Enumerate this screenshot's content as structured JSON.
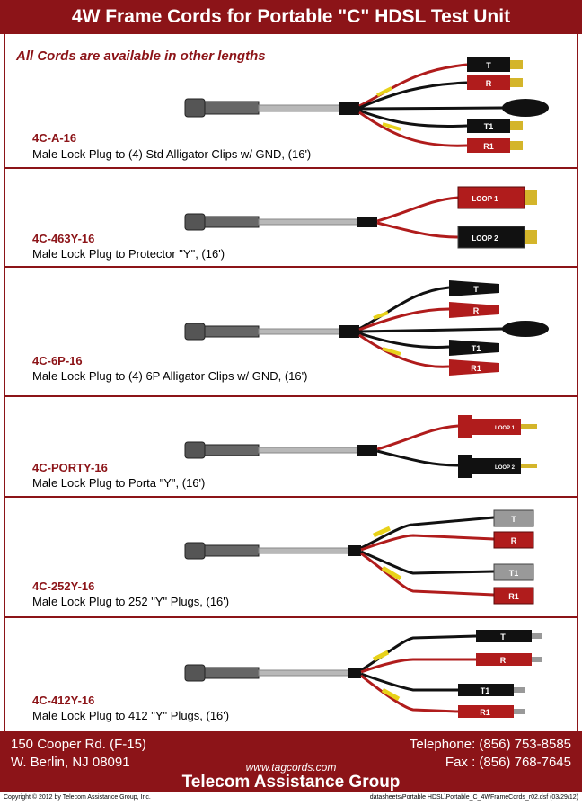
{
  "header": {
    "title": "4W Frame Cords for Portable \"C\" HDSL Test Unit"
  },
  "note": "All Cords are available in other lengths",
  "products": [
    {
      "code": "4C-A-16",
      "description": "Male Lock Plug to (4) Std Alligator Clips w/ GND, (16')",
      "labels": [
        "T",
        "R",
        "T1",
        "R1"
      ]
    },
    {
      "code": "4C-463Y-16",
      "description": "Male Lock Plug to Protector \"Y\", (16')",
      "labels": [
        "LOOP 1",
        "LOOP 2"
      ]
    },
    {
      "code": "4C-6P-16",
      "description": "Male Lock Plug to (4) 6P Alligator Clips w/ GND, (16')",
      "labels": [
        "T",
        "R",
        "T1",
        "R1"
      ]
    },
    {
      "code": "4C-PORTY-16",
      "description": "Male Lock Plug to Porta \"Y\", (16')",
      "labels": [
        "LOOP 1",
        "LOOP 2"
      ]
    },
    {
      "code": "4C-252Y-16",
      "description": "Male Lock Plug to 252 \"Y\" Plugs, (16')",
      "labels": [
        "T",
        "R",
        "T1",
        "R1"
      ]
    },
    {
      "code": "4C-412Y-16",
      "description": "Male Lock Plug to 412 \"Y\" Plugs, (16')",
      "labels": [
        "T",
        "R",
        "T1",
        "R1"
      ]
    }
  ],
  "footer": {
    "address_line1": "150 Cooper Rd. (F-15)",
    "address_line2": "W. Berlin, NJ  08091",
    "telephone": "Telephone:  (856) 753-8585",
    "fax": "Fax :  (856) 768-7645",
    "website": "www.tagcords.com",
    "company": "Telecom  Assistance Group"
  },
  "copyright": "Copyright © 2012 by Telecom Assistance Group, Inc.",
  "file_path": "datasheets\\Portable HDSL\\Portable_C_4WFrameCords_r02.dsf (03/29/12)",
  "colors": {
    "brand": "#8c1418",
    "wire_red": "#b01c1c",
    "wire_black": "#111111",
    "wire_yellow": "#e8d21a",
    "cable_gray": "#b8b8b8"
  }
}
